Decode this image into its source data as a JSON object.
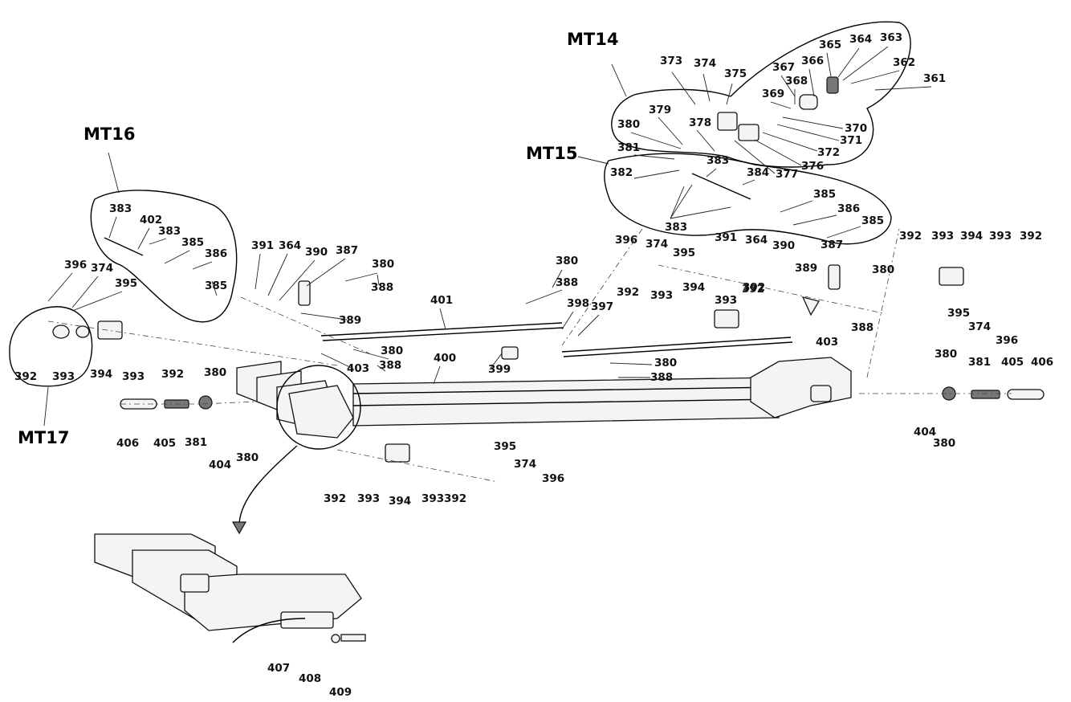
{
  "groups": [
    {
      "id": "MT14",
      "label": "MT14"
    },
    {
      "id": "MT15",
      "label": "MT15"
    },
    {
      "id": "MT16",
      "label": "MT16"
    },
    {
      "id": "MT17",
      "label": "MT17"
    }
  ],
  "labels": [
    "373",
    "374",
    "375",
    "365",
    "364",
    "363",
    "362",
    "361",
    "367",
    "366",
    "368",
    "369",
    "370",
    "371",
    "372",
    "376",
    "377",
    "379",
    "380",
    "378",
    "381",
    "382",
    "383",
    "384",
    "385",
    "386",
    "385",
    "383",
    "383",
    "402",
    "383",
    "385",
    "386",
    "385",
    "396",
    "374",
    "395",
    "392",
    "393",
    "394",
    "393",
    "392",
    "391",
    "364",
    "390",
    "387",
    "380",
    "388",
    "389",
    "380",
    "388",
    "401",
    "398",
    "397",
    "380",
    "388",
    "399",
    "400",
    "380",
    "388",
    "403",
    "380",
    "406",
    "405",
    "381",
    "404",
    "380",
    "392",
    "393",
    "394",
    "393",
    "392",
    "395",
    "374",
    "396",
    "396",
    "374",
    "395",
    "392",
    "393",
    "394",
    "393",
    "392",
    "391",
    "364",
    "390",
    "387",
    "389",
    "380",
    "388",
    "392",
    "392",
    "393",
    "394",
    "393",
    "392",
    "395",
    "374",
    "396",
    "403",
    "380",
    "381",
    "405",
    "406",
    "404",
    "380",
    "407",
    "408",
    "409"
  ]
}
